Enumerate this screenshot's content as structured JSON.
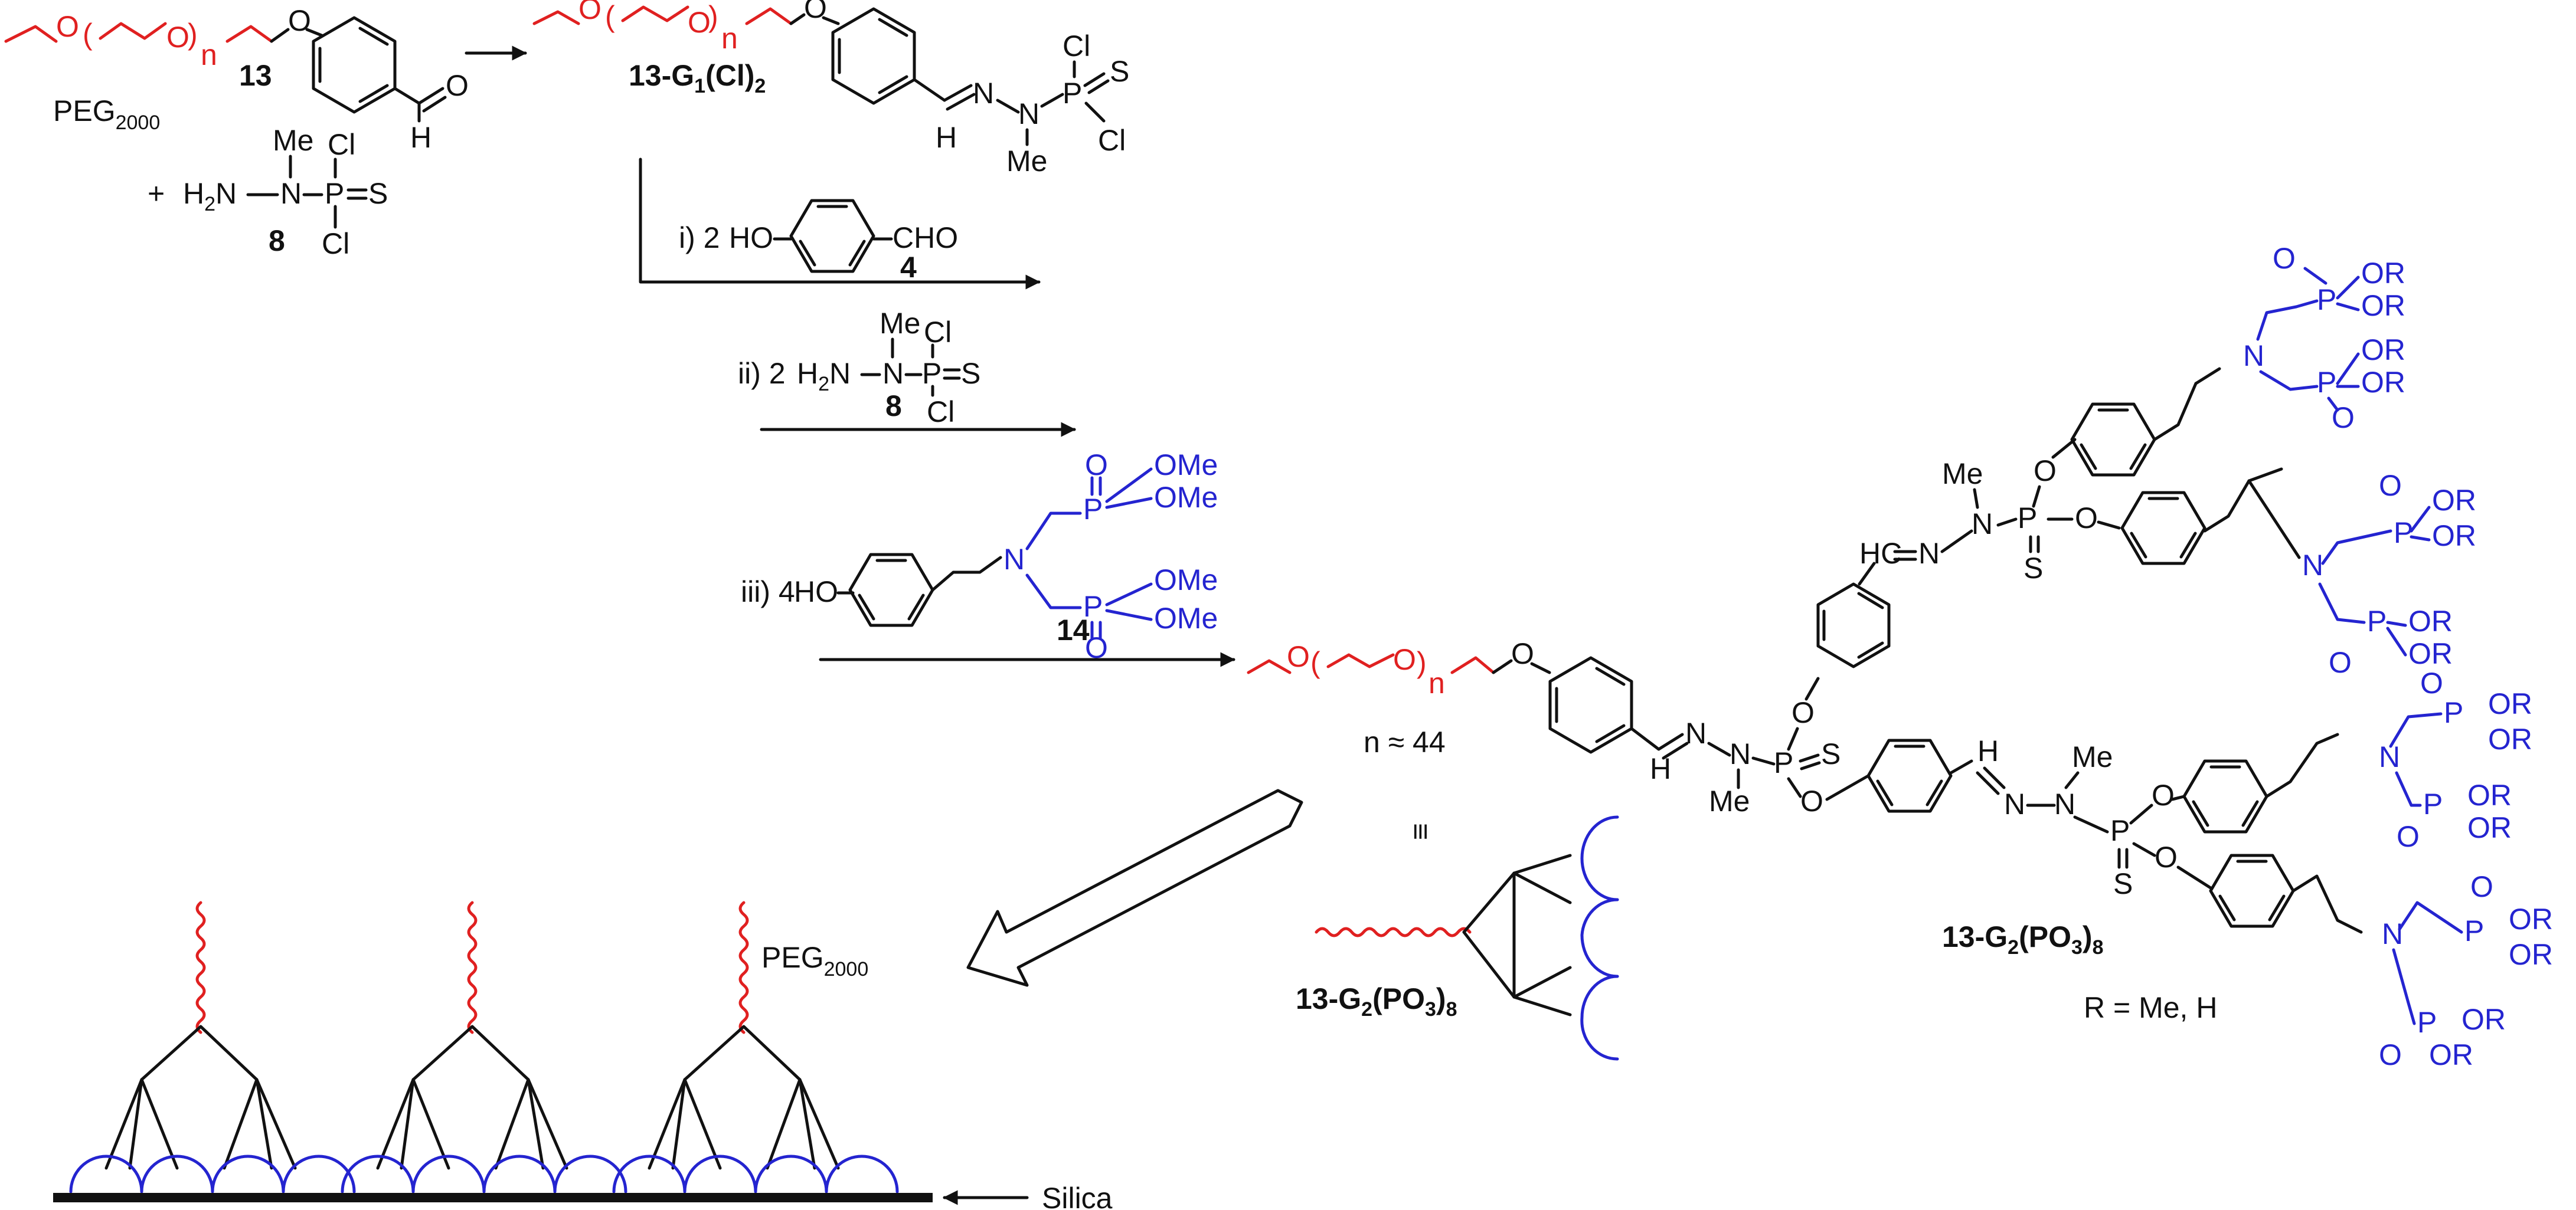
{
  "labels": {
    "peg2000": "PEG",
    "peg_sub": "2000",
    "cmpd13": "13",
    "plus": "+",
    "cmpd8": "8",
    "cmpd4": "4",
    "cmpd14": "14",
    "g1_main": "13-G",
    "g1_sub": "1",
    "g1_tail": "(Cl)",
    "g1_tail_sub": "2",
    "g2_main": "13-G",
    "g2_sub": "2",
    "g2_mid": "(PO",
    "g2_mid_sub": "3",
    "g2_close": ")",
    "g2_close_sub": "8",
    "n": "n",
    "n_value": "n ≈ 44",
    "equiv": "≡",
    "r_def": "R = Me, H",
    "silica": "Silica"
  },
  "atoms": {
    "O": "O",
    "H": "H",
    "N": "N",
    "P": "P",
    "S": "S",
    "Cl": "Cl",
    "Me": "Me",
    "OMe": "OMe",
    "OR": "OR",
    "CHO": "CHO",
    "HO": "HO",
    "H2N": "H",
    "H2N_sub": "2",
    "H2N_tail": "N"
  },
  "steps": {
    "i": "i) 2",
    "ii": "ii) 2",
    "iii": "iii) 4"
  },
  "colors": {
    "peg": "#e02020",
    "phosphonate": "#2424d0",
    "core": "#111111"
  }
}
